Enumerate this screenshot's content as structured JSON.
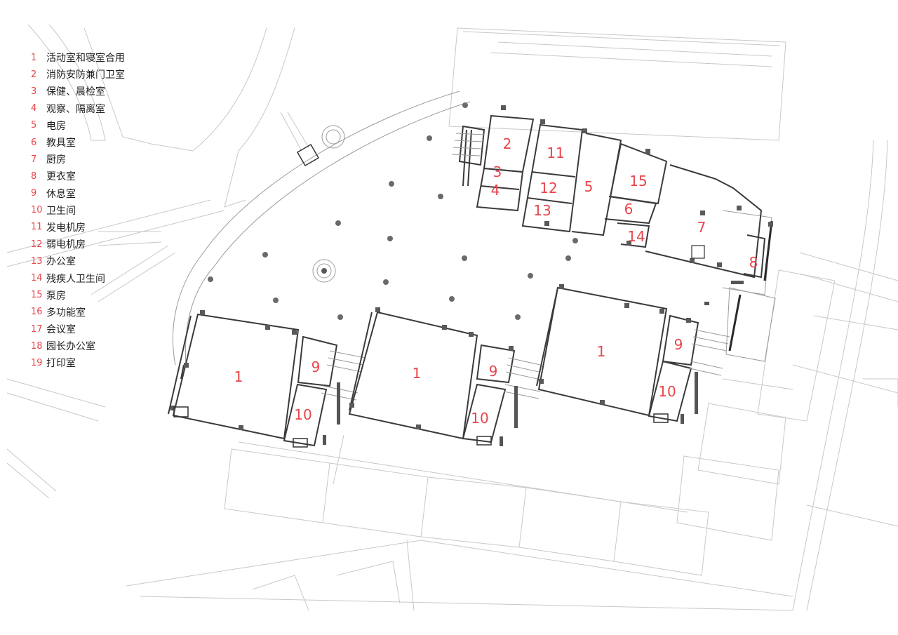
{
  "legend": {
    "items": [
      {
        "num": "1",
        "label": "活动室和寝室合用"
      },
      {
        "num": "2",
        "label": "消防安防兼门卫室"
      },
      {
        "num": "3",
        "label": "保健、晨检室"
      },
      {
        "num": "4",
        "label": "观察、隔离室"
      },
      {
        "num": "5",
        "label": "电房"
      },
      {
        "num": "6",
        "label": "教具室"
      },
      {
        "num": "7",
        "label": "厨房"
      },
      {
        "num": "8",
        "label": "更衣室"
      },
      {
        "num": "9",
        "label": "休息室"
      },
      {
        "num": "10",
        "label": "卫生间"
      },
      {
        "num": "11",
        "label": "发电机房"
      },
      {
        "num": "12",
        "label": "弱电机房"
      },
      {
        "num": "13",
        "label": "办公室"
      },
      {
        "num": "14",
        "label": "残疾人卫生间"
      },
      {
        "num": "15",
        "label": "泵房"
      },
      {
        "num": "16",
        "label": "多功能室"
      },
      {
        "num": "17",
        "label": "会议室"
      },
      {
        "num": "18",
        "label": "园长办公室"
      },
      {
        "num": "19",
        "label": "打印室"
      }
    ]
  },
  "plan": {
    "room_labels": [
      "2",
      "11",
      "3",
      "12",
      "5",
      "15",
      "4",
      "13",
      "6",
      "7",
      "14",
      "8",
      "1",
      "9",
      "10",
      "1",
      "9",
      "10",
      "1",
      "9",
      "10"
    ],
    "label_color": "#e8454a",
    "line_color": "#c8c8c8",
    "wall_color": "#3a3a3a"
  }
}
